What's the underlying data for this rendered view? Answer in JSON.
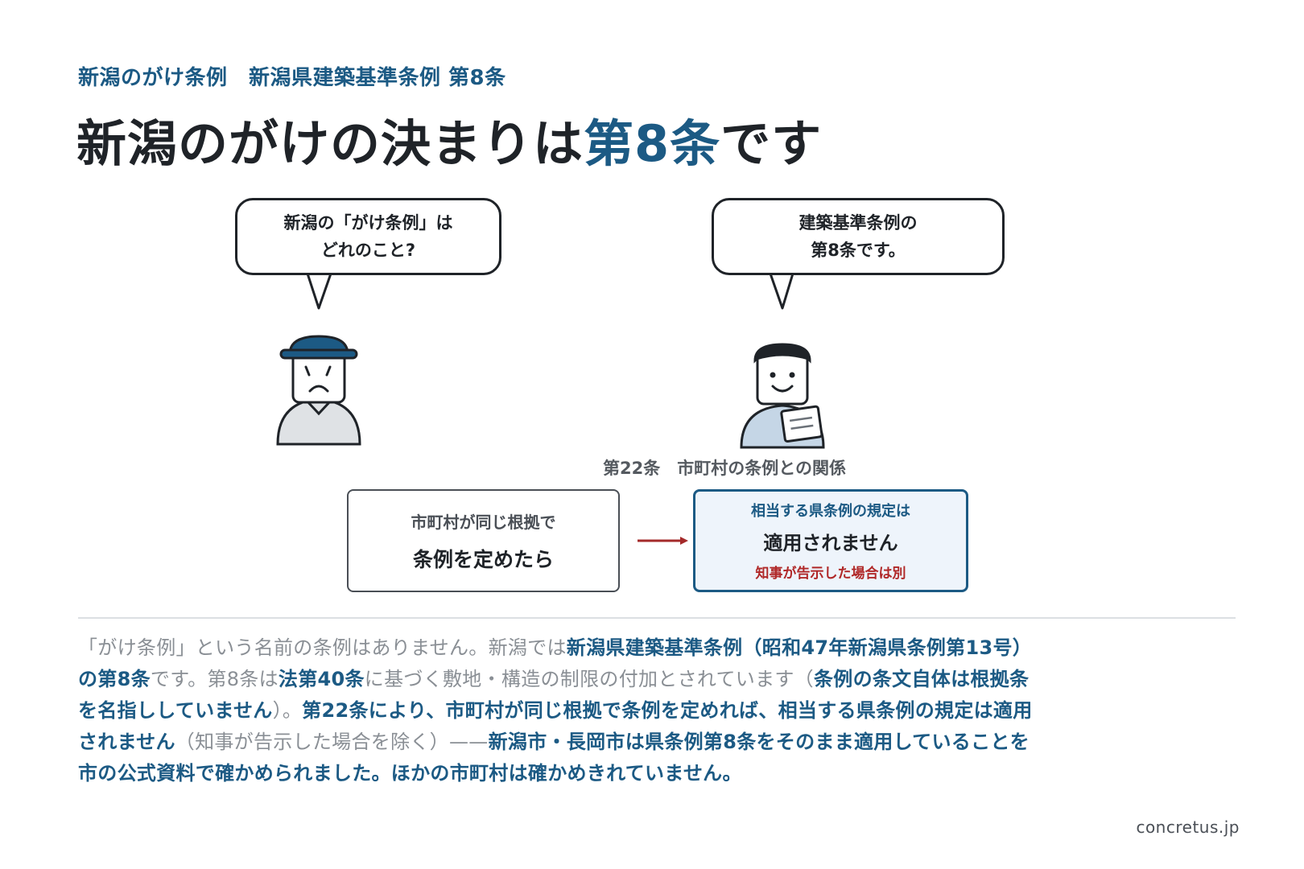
{
  "header": {
    "subtitle": "新潟のがけ条例　新潟県建築基準条例 第8条",
    "title_part1": "新潟のがけの決まりは",
    "title_accent": "第8条",
    "title_part2": "です"
  },
  "dialogue": {
    "left_line1": "新潟の「がけ条例」は",
    "left_line2": "どれのこと?",
    "right_line1": "建築基準条例の",
    "right_line2": "第8条です。"
  },
  "diagram": {
    "caption": "第22条　市町村の条例との関係",
    "left_small": "市町村が同じ根拠で",
    "left_big": "条例を定めたら",
    "right_small": "相当する県条例の規定は",
    "right_big": "適用されません",
    "right_note": "知事が告示した場合は別"
  },
  "body": {
    "s1": "「がけ条例」という名前の条例はありません。新潟では",
    "s2": "新潟県建築基準条例（昭和47年新潟県条例第13号）の第8条",
    "s3": "です。第8条は",
    "s4": "法第40条",
    "s5": "に基づく敷地・構造の制限の付加とされています（",
    "s6": "条例の条文自体は根拠条を名指ししていません",
    "s7": "）。",
    "s8": "第22条により、市町村が同じ根拠で条例を定めれば、相当する県条例の規定は適用されません",
    "s9": "（知事が告示した場合を除く）——",
    "s10": "新潟市・長岡市は県条例第8条をそのまま適用していることを市の公式資料で確かめられました。ほかの市町村は確かめきれていません。"
  },
  "footer": {
    "site": "concretus.jp"
  },
  "colors": {
    "accent": "#1c5a84",
    "warning": "#b02828",
    "text": "#1f2328"
  }
}
